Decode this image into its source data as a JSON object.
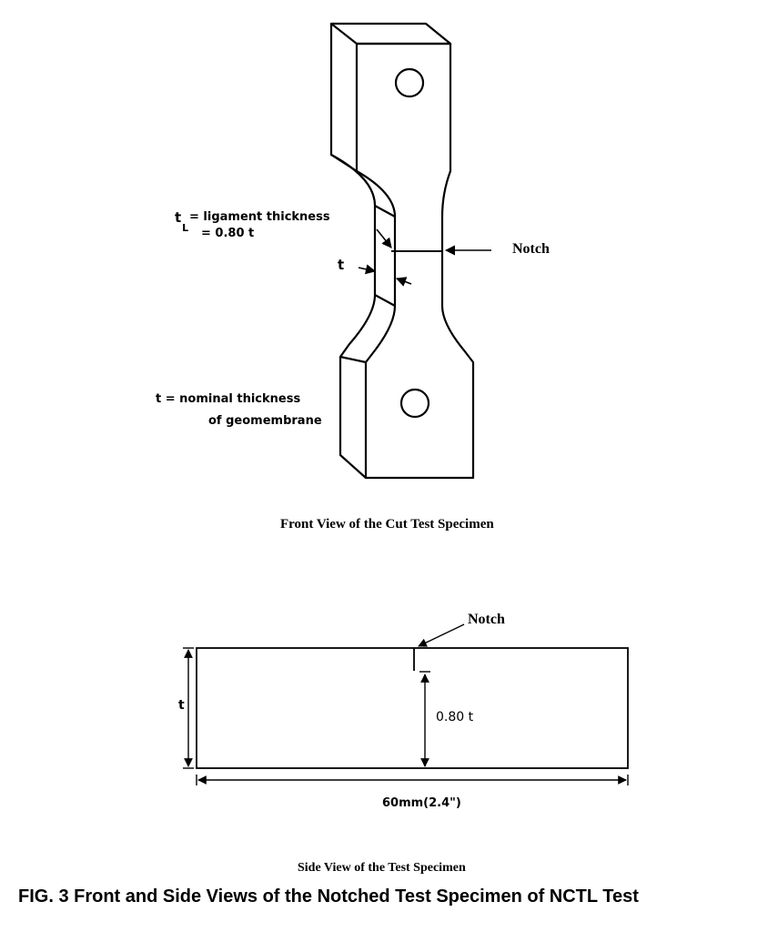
{
  "front_view": {
    "ligament_label_symbol": "t",
    "ligament_label_subscript": "L",
    "ligament_label_line1": "= ligament thickness",
    "ligament_label_line2": "= 0.80 t",
    "thickness_label": "t",
    "nominal_label_line1": "t = nominal thickness",
    "nominal_label_line2": "of geomembrane",
    "notch_label": "Notch",
    "caption": "Front View of the Cut Test Specimen"
  },
  "side_view": {
    "notch_label": "Notch",
    "thickness_label": "t",
    "ligament_dim_label": "0.80 t",
    "length_label": "60mm(2.4\")",
    "caption": "Side View of the Test Specimen"
  },
  "figure_caption": "FIG. 3 Front and Side Views of the Notched Test Specimen of NCTL Test"
}
